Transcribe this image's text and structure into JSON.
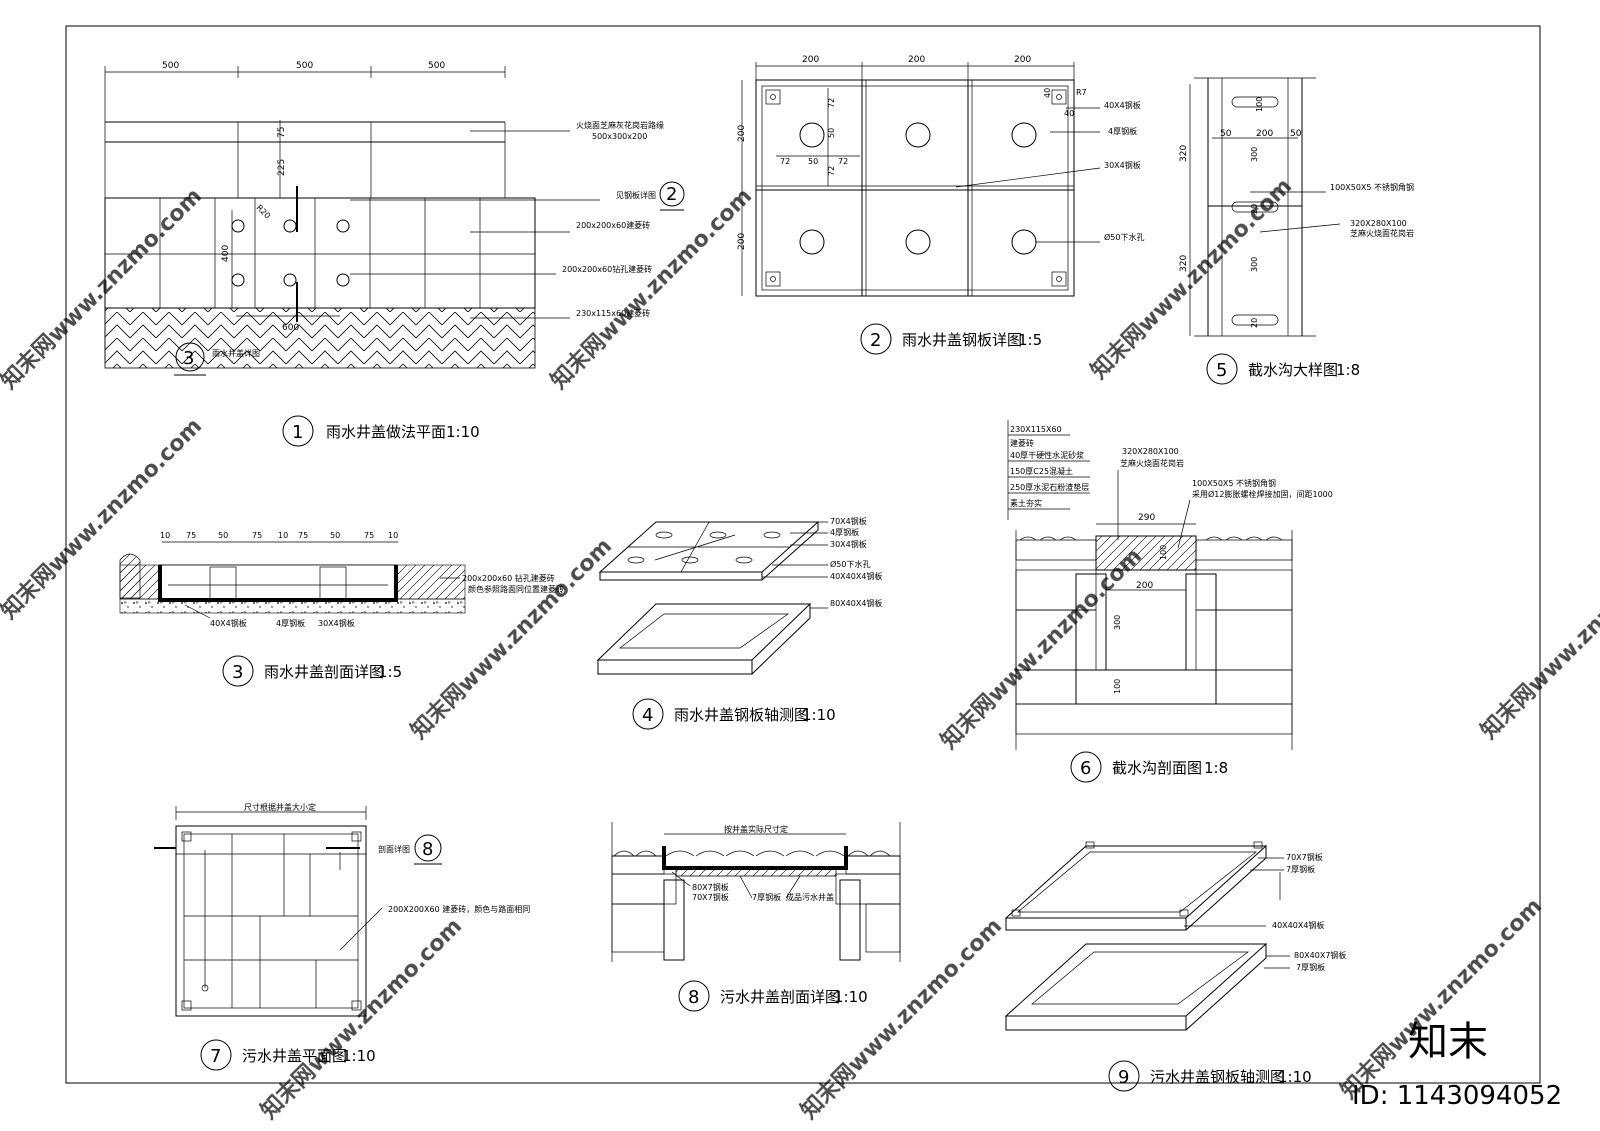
{
  "sheet": {
    "watermark_text": "知末网www.znzmo.com",
    "brand_mark": "知末",
    "id_label": "ID: 1143094052"
  },
  "drawings": [
    {
      "num": "1",
      "title": "雨水井盖做法平面",
      "scale": "1:10"
    },
    {
      "num": "2",
      "title": "雨水井盖钢板详图",
      "scale": "1:5"
    },
    {
      "num": "3",
      "title": "雨水井盖剖面详图",
      "scale": "1:5"
    },
    {
      "num": "4",
      "title": "雨水井盖钢板轴测图",
      "scale": "1:10"
    },
    {
      "num": "5",
      "title": "截水沟大样图",
      "scale": "1:8"
    },
    {
      "num": "6",
      "title": "截水沟剖面图",
      "scale": "1:8"
    },
    {
      "num": "7",
      "title": "污水井盖平面图",
      "scale": "1:10"
    },
    {
      "num": "8",
      "title": "污水井盖剖面详图",
      "scale": "1:10"
    },
    {
      "num": "9",
      "title": "污水井盖钢板轴测图",
      "scale": "1:10"
    }
  ],
  "plan1": {
    "dims": [
      "500",
      "500",
      "500",
      "75",
      "225",
      "400",
      "600",
      "R20"
    ],
    "labels": [
      "火烧面芝麻灰花岗岩路缘",
      "500x300x200",
      "见钢板详图",
      "200x200x60建菱砖",
      "200x200x60钻孔建菱砖",
      "230x115x60建菱砖"
    ],
    "ref_num": "2",
    "cut_num": "3",
    "cut_label": "雨水井盖详图"
  },
  "detail2": {
    "dims": [
      "200",
      "200",
      "200",
      "200",
      "200",
      "72",
      "50",
      "72",
      "72",
      "50",
      "72",
      "40",
      "40",
      "R7"
    ],
    "labels": [
      "40X4钢板",
      "4厚钢板",
      "30X4钢板",
      "Ø50下水孔"
    ]
  },
  "detail5": {
    "dims": [
      "100",
      "50",
      "200",
      "50",
      "320",
      "300",
      "320",
      "300",
      "20",
      "20"
    ],
    "labels": [
      "100X50X5 不锈钢角钢",
      "320X280X100",
      "芝麻火烧面花岗岩"
    ]
  },
  "section3": {
    "dims": [
      "10",
      "75",
      "50",
      "75",
      "10",
      "75",
      "50",
      "75",
      "10"
    ],
    "labels": [
      "200x200x60 钻孔建菱砖",
      "颜色参照路面同位置建菱砖",
      "40X4钢板",
      "4厚钢板",
      "30X4钢板"
    ]
  },
  "axo4": {
    "labels": [
      "70X4钢板",
      "4厚钢板",
      "30X4钢板",
      "Ø50下水孔",
      "40X40X4钢板",
      "80X40X4钢板"
    ]
  },
  "section6": {
    "layers": [
      "230X115X60",
      "建菱砖",
      "40厚干硬性水泥砂浆",
      "150厚C25混凝土",
      "250厚水泥石粉渣垫层",
      "素土夯实"
    ],
    "labels": [
      "320X280X100",
      "芝麻火烧面花岗岩",
      "100X50X5 不锈钢角钢",
      "采用Ø12膨胀螺栓焊接加固，间距1000"
    ],
    "dims": [
      "290",
      "100",
      "200",
      "300",
      "100"
    ]
  },
  "plan7": {
    "labels": [
      "尺寸根据井盖大小定",
      "剖面详图",
      "200X200X60 建菱砖，颜色与路面相同"
    ],
    "ref_num": "8"
  },
  "section8": {
    "labels": [
      "按井盖实际尺寸定",
      "80X7钢板",
      "70X7钢板",
      "7厚钢板",
      "成品污水井盖"
    ]
  },
  "axo9": {
    "labels": [
      "70X7钢板",
      "7厚钢板",
      "40X40X4钢板",
      "80X40X7钢板",
      "7厚钢板"
    ]
  }
}
